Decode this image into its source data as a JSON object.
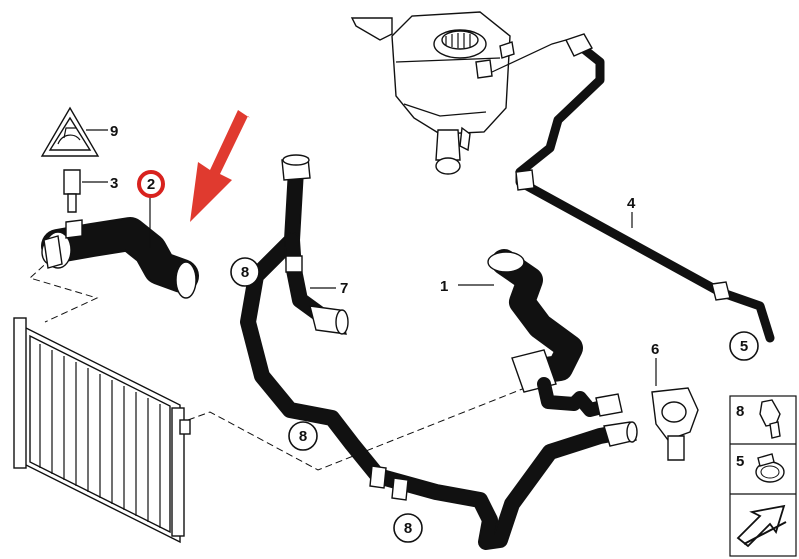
{
  "colors": {
    "highlight_part": "#f5e400",
    "highlight_ring": "#d8221e",
    "arrow": "#e03a2f",
    "line": "#111111"
  },
  "callouts": {
    "c1": "1",
    "c2": "2",
    "c3": "3",
    "c4": "4",
    "c5_main": "5",
    "c6": "6",
    "c7": "7",
    "c8_left": "8",
    "c8_mid": "8",
    "c8_bottom": "8",
    "c9": "9"
  },
  "legend": {
    "row1_label": "8",
    "row2_label": "5",
    "row1_icon": "hose-clip-icon",
    "row2_icon": "hose-clamp-icon",
    "row3_icon": "catalog-arrow-icon"
  },
  "icons": {
    "warning": "hot-coolant-warning-icon",
    "pointer": "red-arrow-icon"
  }
}
